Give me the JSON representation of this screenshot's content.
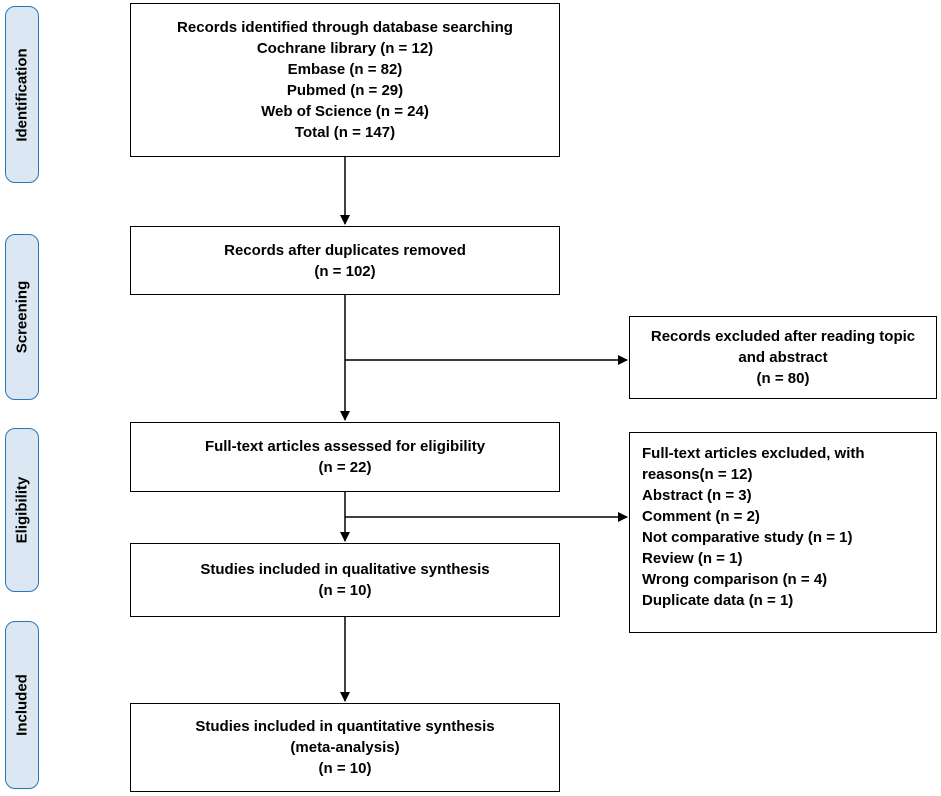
{
  "stages": {
    "identification": "Identification",
    "screening": "Screening",
    "eligibility": "Eligibility",
    "included": "Included"
  },
  "boxes": {
    "identified": [
      "Records identified through database searching",
      "Cochrane library (n = 12)",
      "Embase (n = 82)",
      "Pubmed (n = 29)",
      "Web of Science (n = 24)",
      "Total (n = 147)"
    ],
    "deduplicated": [
      "Records after duplicates removed",
      "(n = 102)"
    ],
    "excluded_screening": [
      "Records excluded after reading topic",
      "and abstract",
      "(n = 80)"
    ],
    "fulltext_assessed": [
      "Full-text articles assessed for eligibility",
      "(n = 22)"
    ],
    "fulltext_excluded": [
      "Full-text articles excluded, with",
      "reasons(n = 12)",
      "Abstract (n = 3)",
      "Comment (n = 2)",
      "Not comparative study (n = 1)",
      "Review (n = 1)",
      "Wrong comparison (n = 4)",
      "Duplicate data (n = 1)"
    ],
    "qualitative": [
      "Studies included in qualitative synthesis",
      "(n = 10)"
    ],
    "quantitative": [
      "Studies included in quantitative synthesis",
      "(meta-analysis)",
      "(n = 10)"
    ]
  },
  "colors": {
    "stage_border": "#2e75b6",
    "stage_fill": "#dbe7f3",
    "line": "#000000"
  }
}
